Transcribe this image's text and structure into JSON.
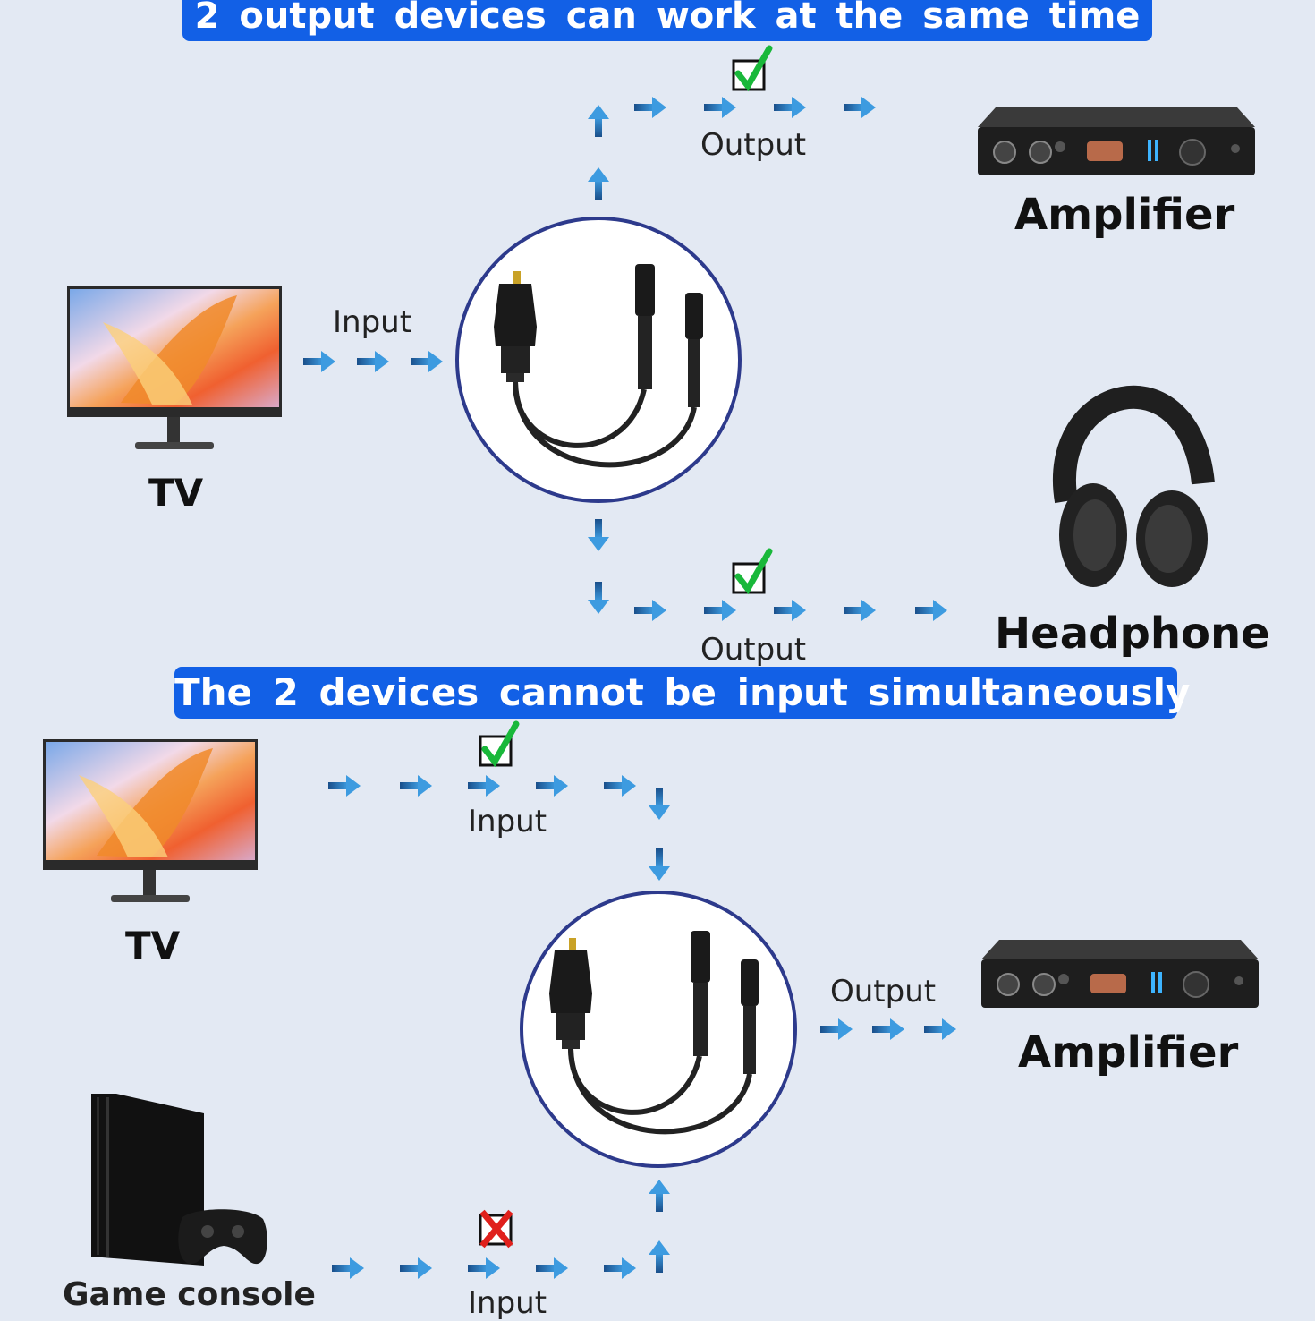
{
  "top_banner": "2 output devices can work at the same time",
  "bottom_banner": "The 2 devices cannot be input simultaneously",
  "top": {
    "input_label": "Input",
    "output_top_label": "Output",
    "output_bottom_label": "Output",
    "tv_label": "TV",
    "amplifier_label": "Amplifier",
    "headphone_label": "Headphone"
  },
  "bottom": {
    "input_top_label": "Input",
    "input_bottom_label": "Input",
    "output_label": "Output",
    "tv_label": "TV",
    "amplifier_label": "Amplifier",
    "console_label": "Game console"
  },
  "colors": {
    "banner": "#1260e6",
    "arrow": "#2f7fc8",
    "check": "#19b83a",
    "cross": "#e0201c",
    "circle_border": "#2d3a8c"
  }
}
